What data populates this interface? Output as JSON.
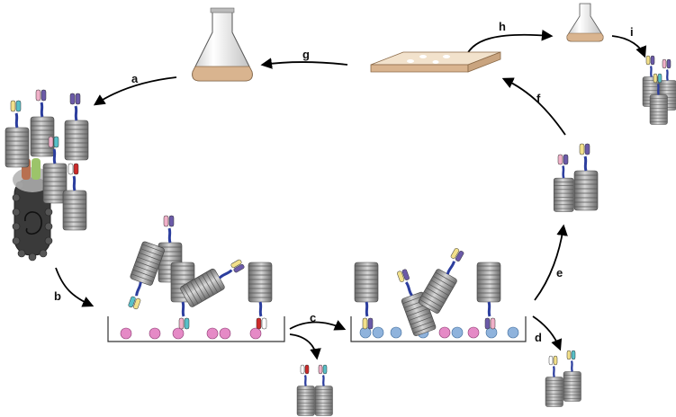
{
  "diagram": {
    "steps": [
      {
        "id": "a",
        "label": "a"
      },
      {
        "id": "b",
        "label": "b"
      },
      {
        "id": "c",
        "label": "c"
      },
      {
        "id": "d",
        "label": "d"
      },
      {
        "id": "e",
        "label": "e"
      },
      {
        "id": "f",
        "label": "f"
      },
      {
        "id": "g",
        "label": "g"
      },
      {
        "id": "h",
        "label": "h"
      },
      {
        "id": "i",
        "label": "i"
      }
    ],
    "colors": {
      "phage_body": "#9a9a9a",
      "phage_dark": "#5e5e5e",
      "linker_blue": "#2c3e9e",
      "target_bead_pink": "#e58ac6",
      "target_bead_blue": "#8fb3dc",
      "plate_fill": "#e9d3b8",
      "flask_media": "#d9b48f",
      "fab_yellow": "#f2e08a",
      "fab_purple": "#6b5aa8",
      "fab_pink": "#f0b0c8",
      "fab_red": "#cc2a2a",
      "fab_cyan": "#58c0c8",
      "fab_orange": "#e8b078",
      "fab_green": "#9cc46a",
      "fab_brown": "#b87050"
    }
  }
}
